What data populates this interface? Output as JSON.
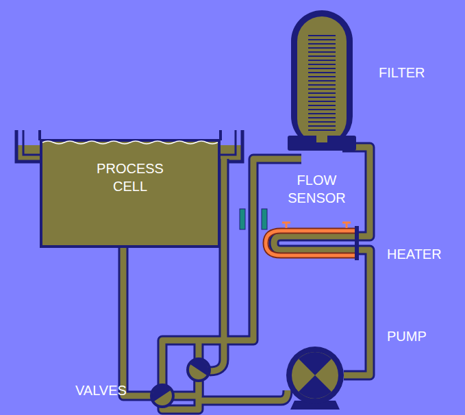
{
  "diagram": {
    "nodes": [
      {
        "text": [
          "PROCESS CELL"
        ]
      }
    ],
    "labels": [
      "FILTER",
      "FLOW SENSOR",
      "HEATER",
      "PUMP",
      "VALVES"
    ]
  }
}
